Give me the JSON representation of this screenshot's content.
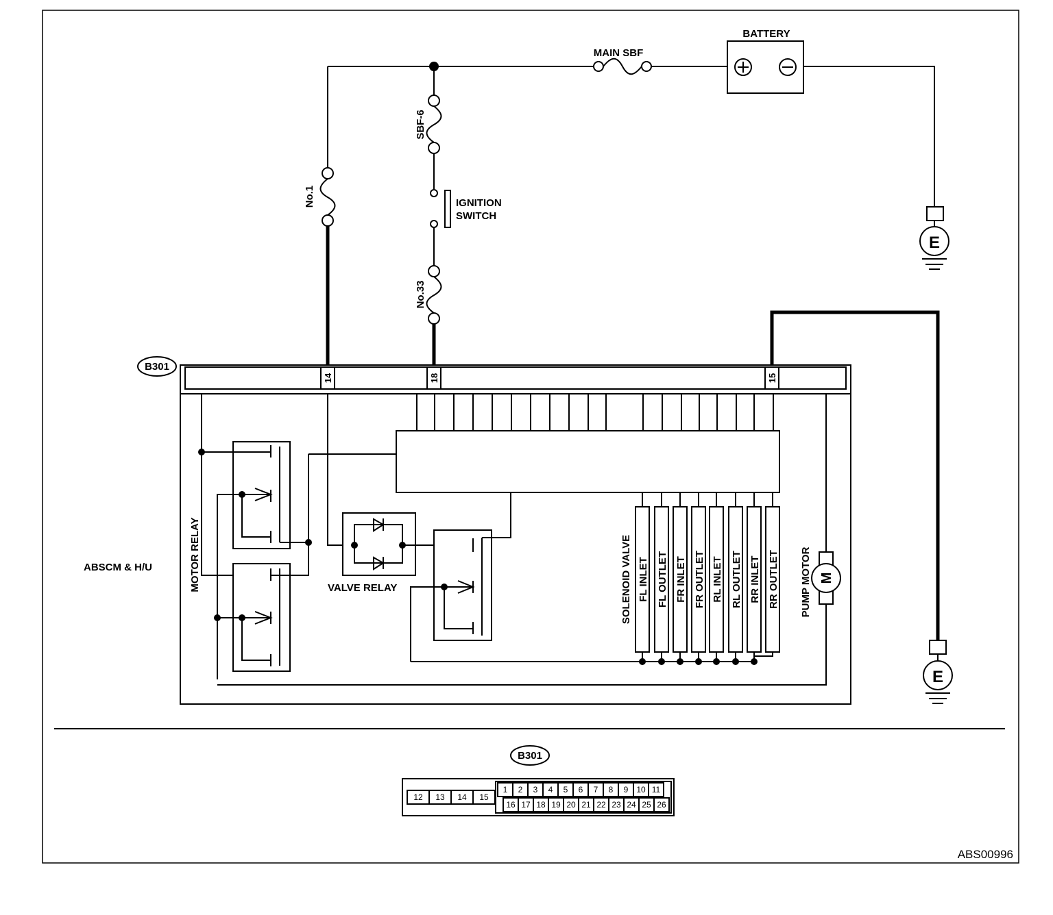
{
  "labels": {
    "battery": "BATTERY",
    "main_sbf": "MAIN SBF",
    "sbf6": "SBF-6",
    "no1": "No.1",
    "ignition_line1": "IGNITION",
    "ignition_line2": "SWITCH",
    "no33": "No.33",
    "connector": "B301",
    "pin_14": "14",
    "pin_18": "18",
    "pin_15": "15",
    "motor_relay": "MOTOR RELAY",
    "abscm": "ABSCM & H/U",
    "valve_relay": "VALVE RELAY",
    "solenoid_valve": "SOLENOID VALVE",
    "pump_motor": "PUMP MOTOR",
    "motor_symbol": "M",
    "ground_symbol": "E",
    "plus_symbol": "+",
    "minus_symbol": "−",
    "figure_id": "ABS00996"
  },
  "solenoids": [
    "FL INLET",
    "FL OUTLET",
    "FR INLET",
    "FR OUTLET",
    "RL INLET",
    "RL OUTLET",
    "RR INLET",
    "RR OUTLET"
  ],
  "connector_face": {
    "label": "B301",
    "left_block": [
      "12",
      "13",
      "14",
      "15"
    ],
    "top_row": [
      "1",
      "2",
      "3",
      "4",
      "5",
      "6",
      "7",
      "8",
      "9",
      "10",
      "11"
    ],
    "bottom_row": [
      "16",
      "17",
      "18",
      "19",
      "20",
      "21",
      "22",
      "23",
      "24",
      "25",
      "26"
    ]
  }
}
